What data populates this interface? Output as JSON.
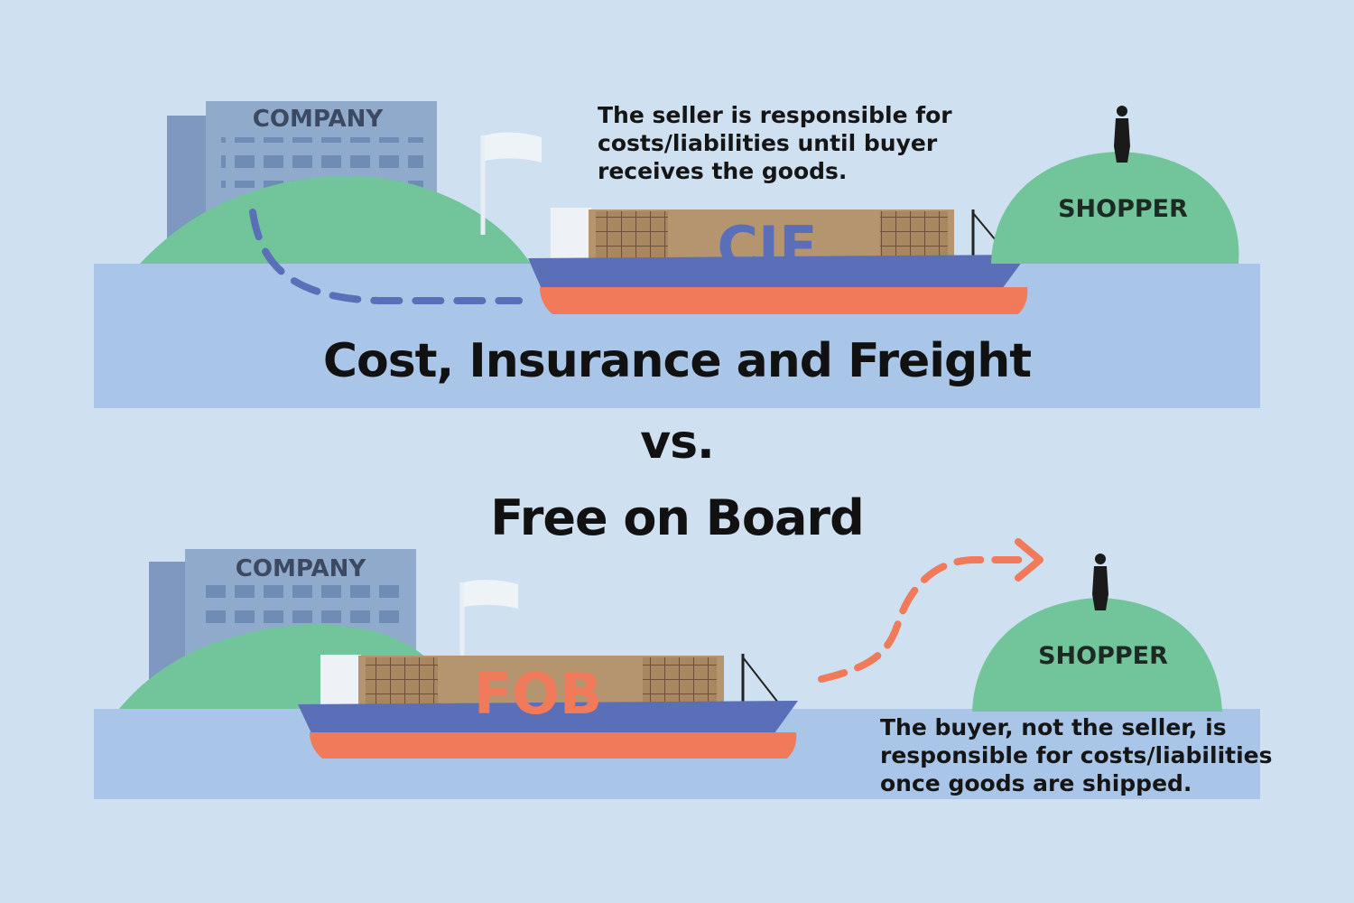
{
  "title": {
    "line1": "Cost, Insurance and Freight",
    "line2": "vs.",
    "line3": "Free on Board"
  },
  "cif_scene": {
    "company_label": "COMPANY",
    "ship_label": "CIF",
    "shopper_label": "SHOPPER",
    "description": "The seller is responsible for\ncosts/liabilities until buyer\nreceives the goods."
  },
  "fob_scene": {
    "company_label": "COMPANY",
    "ship_label": "FOB",
    "shopper_label": "SHOPPER",
    "description": "The buyer, not the seller, is\nresponsible for costs/liabilities\nonce goods are shipped."
  },
  "colors": {
    "background": "#cfe0f0",
    "water": "#a9c6e8",
    "hill": "#72c49a",
    "building": "#8faacb",
    "hull_top": "#5a6fb8",
    "hull_bottom": "#f07a5a",
    "cargo": "#b59570",
    "cif_label": "#5a6fb8",
    "fob_label": "#f07a5a"
  }
}
